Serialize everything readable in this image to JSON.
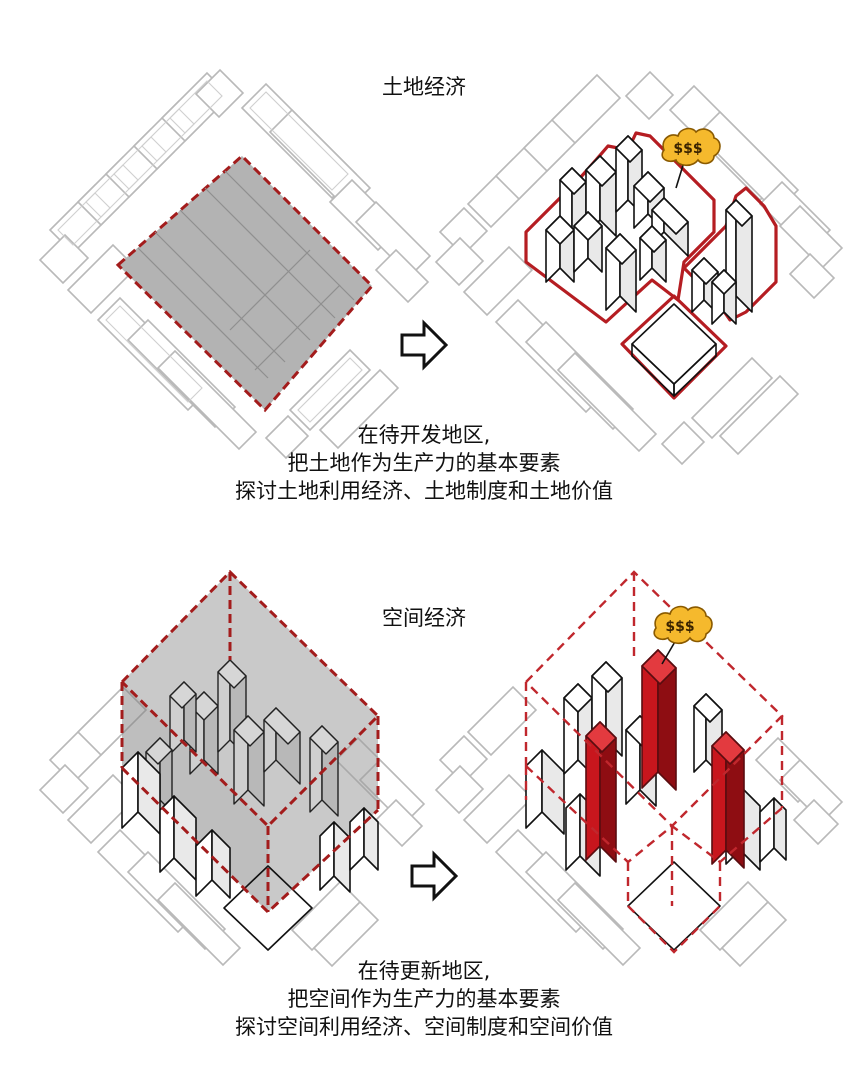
{
  "sections": [
    {
      "title": "土地经济",
      "annotation": "$$$",
      "caption_lines": [
        "在待开发地区,",
        "把土地作为生产力的基本要素",
        "探讨土地利用经济、土地制度和土地价值"
      ]
    },
    {
      "title": "空间经济",
      "annotation": "$$$",
      "caption_lines": [
        "在待更新地区,",
        "把空间作为生产力的基本要素",
        "探讨空间利用经济、空间制度和空间价值"
      ]
    }
  ],
  "icons": {
    "transition": "right-arrow-icon",
    "value": "money-cloud-icon"
  },
  "colors": {
    "accent_red": "#c0272d",
    "dark_red": "#a31c1c",
    "money_yellow": "#f5b92d",
    "site_grey": "#b3b3b3",
    "block_outline": "#b9b9b9"
  }
}
